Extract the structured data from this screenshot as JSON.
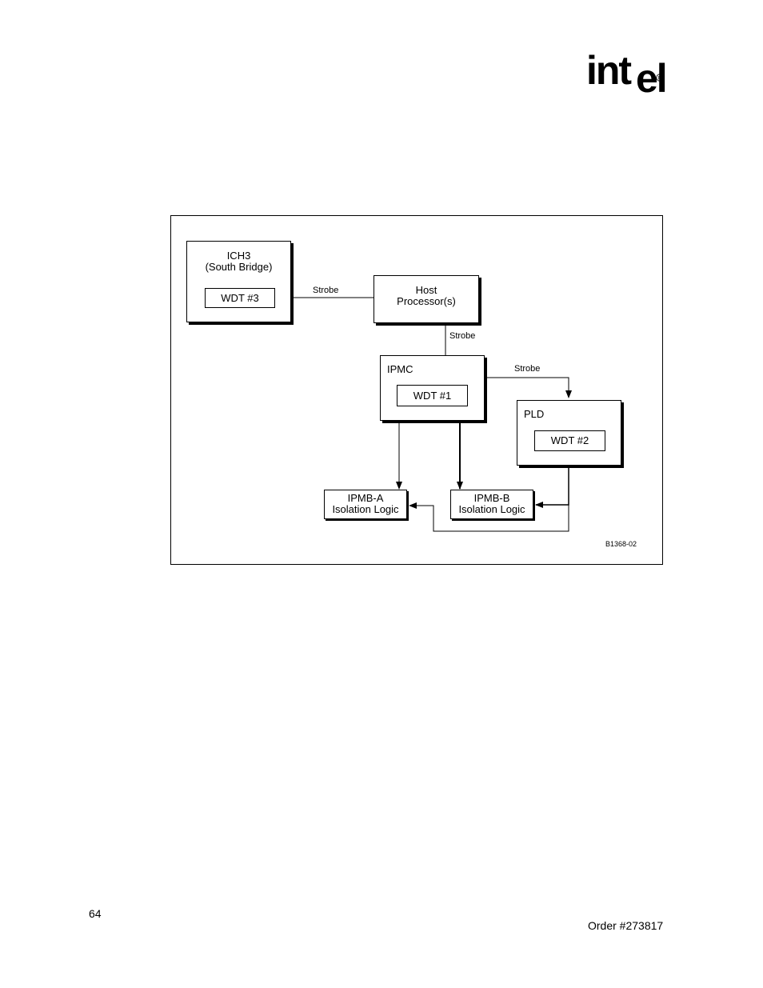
{
  "logo": {
    "part1": "int",
    "part2": "el",
    "registered": "R"
  },
  "diagram": {
    "ich3": {
      "title_line1": "ICH3",
      "title_line2": "(South Bridge)",
      "wdt": "WDT #3"
    },
    "host": {
      "title_line1": "Host",
      "title_line2": "Processor(s)"
    },
    "ipmc": {
      "title": "IPMC",
      "wdt": "WDT #1"
    },
    "pld": {
      "title": "PLD",
      "wdt": "WDT #2"
    },
    "ipmb_a": {
      "line1": "IPMB-A",
      "line2": "Isolation Logic"
    },
    "ipmb_b": {
      "line1": "IPMB-B",
      "line2": "Isolation Logic"
    },
    "strobe_labels": [
      "Strobe",
      "Strobe",
      "Strobe"
    ],
    "figure_id": "B1368-02"
  },
  "footer": {
    "page_number": "64",
    "order": "Order #273817"
  }
}
